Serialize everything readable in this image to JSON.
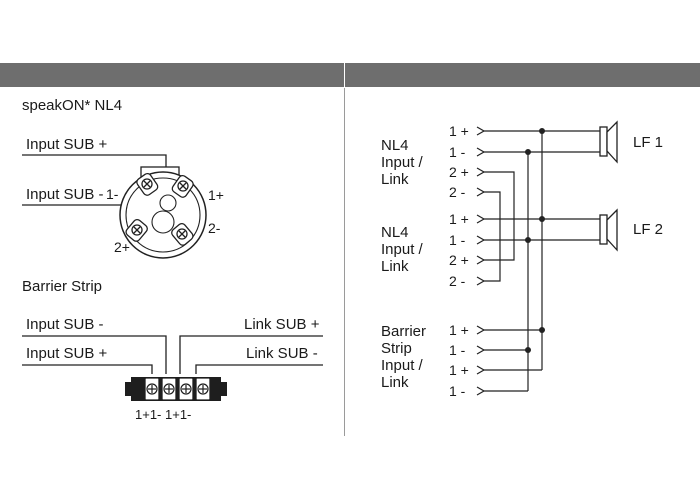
{
  "header": {
    "connector_title": "Connector",
    "schematic_title": "Internal Schematic"
  },
  "connector": {
    "speakon_label": "speakON* NL4",
    "speakon_wires": {
      "input_sub_plus": "Input SUB +",
      "input_sub_minus": "Input SUB -"
    },
    "speakon_pins": {
      "p1_minus": "1-",
      "p1_plus": "1+",
      "p2_minus": "2-",
      "p2_plus": "2+"
    },
    "barrier_label": "Barrier Strip",
    "barrier_wires": {
      "input_sub_minus": "Input SUB -",
      "input_sub_plus": "Input SUB +",
      "link_sub_plus": "Link SUB +",
      "link_sub_minus": "Link SUB -"
    },
    "barrier_terminals": "1+1- 1+1-"
  },
  "schematic": {
    "groups": [
      {
        "label_lines": [
          "NL4",
          "Input /",
          "Link"
        ],
        "pins": [
          "1 +",
          "1 -",
          "2 +",
          "2 -"
        ]
      },
      {
        "label_lines": [
          "NL4",
          "Input /",
          "Link"
        ],
        "pins": [
          "1 +",
          "1 -",
          "2 +",
          "2 -"
        ]
      },
      {
        "label_lines": [
          "Barrier",
          "Strip",
          "Input /",
          "Link"
        ],
        "pins": [
          "1 +",
          "1 -",
          "1 +",
          "1 -"
        ]
      }
    ],
    "speakers": [
      {
        "label": "LF 1"
      },
      {
        "label": "LF 2"
      }
    ]
  }
}
